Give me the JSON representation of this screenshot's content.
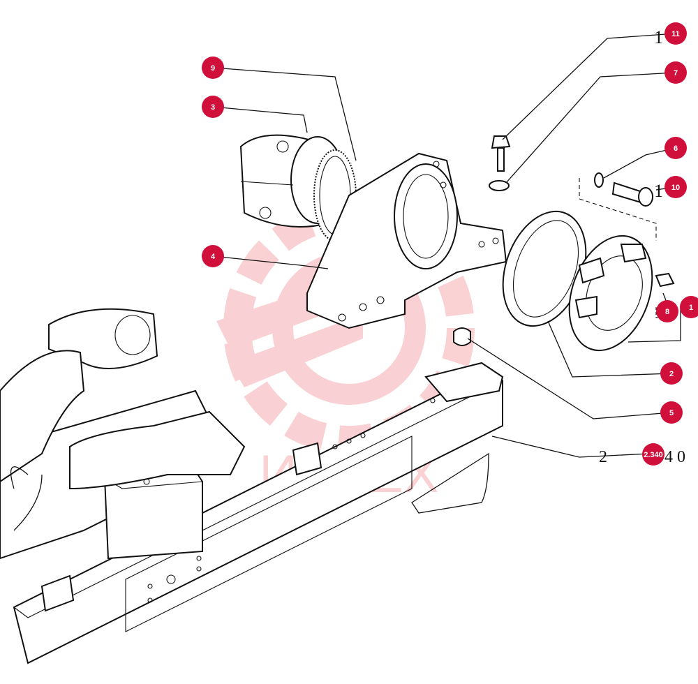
{
  "callouts": [
    {
      "id": "c11",
      "label": "11",
      "color": "#d0103a"
    },
    {
      "id": "c7",
      "label": "7",
      "color": "#d0103a"
    },
    {
      "id": "c9",
      "label": "9",
      "color": "#d0103a"
    },
    {
      "id": "c3",
      "label": "3",
      "color": "#d0103a"
    },
    {
      "id": "c6",
      "label": "6",
      "color": "#d0103a"
    },
    {
      "id": "c10",
      "label": "10",
      "color": "#d0103a"
    },
    {
      "id": "c4",
      "label": "4",
      "color": "#d0103a"
    },
    {
      "id": "c8",
      "label": "8",
      "color": "#d0103a"
    },
    {
      "id": "c1",
      "label": "1",
      "color": "#d0103a"
    },
    {
      "id": "c2",
      "label": "2",
      "color": "#d0103a"
    },
    {
      "id": "c5",
      "label": "5",
      "color": "#d0103a"
    },
    {
      "id": "c2340",
      "label": "2.340",
      "color": "#d0103a"
    }
  ],
  "reference_text": {
    "top_right_a": "1",
    "mid_right_a": "1",
    "bottom_right_prefix": "2",
    "bottom_right_suffix": "4 0"
  },
  "watermark": {
    "text": "ИНТЕХ",
    "color": "#e8303a"
  }
}
